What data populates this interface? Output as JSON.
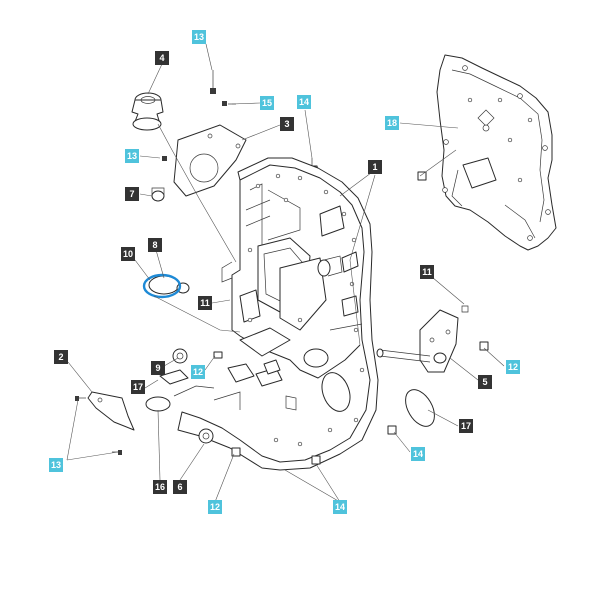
{
  "colors": {
    "dark_tag": "#333333",
    "blue_tag": "#4fc3dc",
    "highlight_ring": "#1e8ad6"
  },
  "callouts": [
    {
      "id": "c13a",
      "text": "13",
      "style": "blue"
    },
    {
      "id": "c4",
      "text": "4",
      "style": "dark"
    },
    {
      "id": "c15",
      "text": "15",
      "style": "blue"
    },
    {
      "id": "c14a",
      "text": "14",
      "style": "blue"
    },
    {
      "id": "c3",
      "text": "3",
      "style": "dark"
    },
    {
      "id": "c13b",
      "text": "13",
      "style": "blue"
    },
    {
      "id": "c7",
      "text": "7",
      "style": "dark"
    },
    {
      "id": "c1",
      "text": "1",
      "style": "dark"
    },
    {
      "id": "c18",
      "text": "18",
      "style": "blue"
    },
    {
      "id": "c10",
      "text": "10",
      "style": "dark"
    },
    {
      "id": "c8",
      "text": "8",
      "style": "dark"
    },
    {
      "id": "c11a",
      "text": "11",
      "style": "dark"
    },
    {
      "id": "c11b",
      "text": "11",
      "style": "dark"
    },
    {
      "id": "c2",
      "text": "2",
      "style": "dark"
    },
    {
      "id": "c9",
      "text": "9",
      "style": "dark"
    },
    {
      "id": "c12a",
      "text": "12",
      "style": "blue"
    },
    {
      "id": "c17a",
      "text": "17",
      "style": "dark"
    },
    {
      "id": "c12b",
      "text": "12",
      "style": "blue"
    },
    {
      "id": "c5",
      "text": "5",
      "style": "dark"
    },
    {
      "id": "c17b",
      "text": "17",
      "style": "dark"
    },
    {
      "id": "c14b",
      "text": "14",
      "style": "blue"
    },
    {
      "id": "c13c",
      "text": "13",
      "style": "blue"
    },
    {
      "id": "c16",
      "text": "16",
      "style": "dark"
    },
    {
      "id": "c6",
      "text": "6",
      "style": "dark"
    },
    {
      "id": "c12c",
      "text": "12",
      "style": "blue"
    },
    {
      "id": "c14c",
      "text": "14",
      "style": "blue"
    }
  ]
}
